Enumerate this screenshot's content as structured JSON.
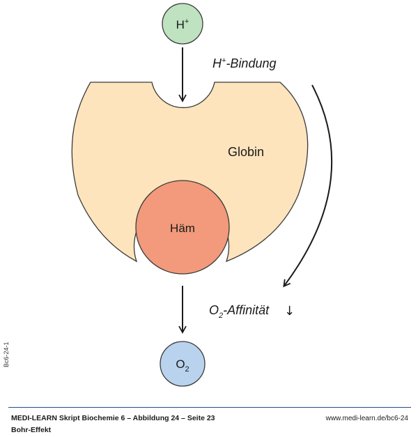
{
  "diagram": {
    "h_ion": {
      "base": "H",
      "sup": "+"
    },
    "h_binding": {
      "base": "H",
      "sup": "+",
      "rest": "-Bindung"
    },
    "globin": "Globin",
    "haem": "Häm",
    "o2_affinity": {
      "base": "O",
      "sub": "2",
      "rest": "-Affinität",
      "arrow": "↓"
    },
    "o2": {
      "base": "O",
      "sub": "2"
    },
    "side_code": "Bc6-24-1",
    "colors": {
      "globin_fill": "#fde4bd",
      "globin_stroke": "#3a3a3a",
      "h_ion_fill": "#bfe2c1",
      "haem_fill": "#f29a7b",
      "o2_fill": "#b9d3ef",
      "footer_rule": "#1f4e8c"
    }
  },
  "footer": {
    "title": "MEDI-LEARN Skript Biochemie 6 – Abbildung 24 – Seite 23",
    "subtitle": "Bohr-Effekt",
    "url": "www.medi-learn.de/bc6-24"
  }
}
